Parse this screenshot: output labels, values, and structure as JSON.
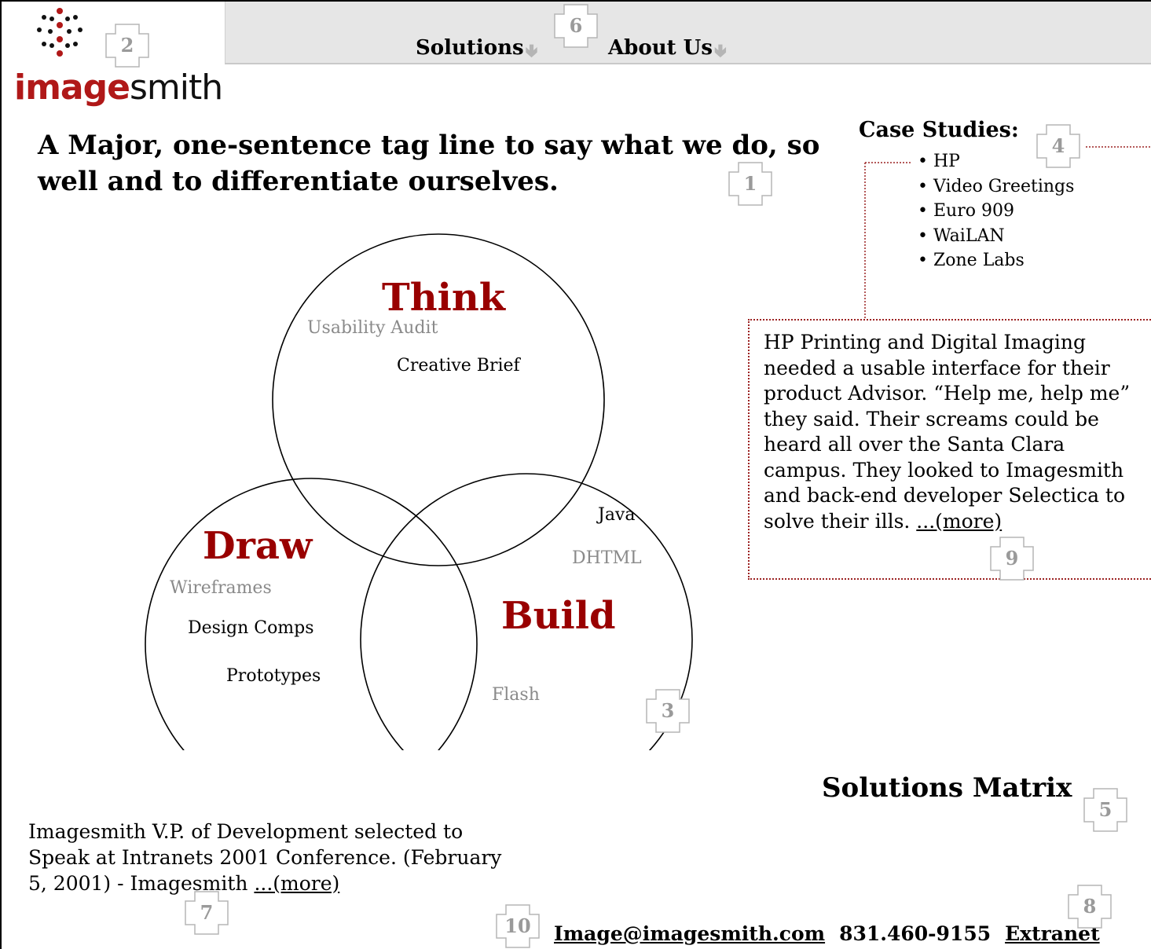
{
  "brand": {
    "logo_prefix": "image",
    "logo_suffix": "smith",
    "accent": "#b01818"
  },
  "nav": {
    "items": [
      {
        "label": "Solutions"
      },
      {
        "label": "About Us"
      }
    ],
    "arrow_icon": "down-arrow-icon"
  },
  "markers": {
    "m1": "1",
    "m2": "2",
    "m3": "3",
    "m4": "4",
    "m5": "5",
    "m6": "6",
    "m7": "7",
    "m8": "8",
    "m9": "9",
    "m10": "10"
  },
  "tagline": "A Major, one-sentence tag line to say what we do, so well and to differentiate ourselves.",
  "venn": {
    "think": {
      "title": "Think",
      "items": [
        "Usability Audit",
        "Creative Brief"
      ]
    },
    "draw": {
      "title": "Draw",
      "items": [
        "Wireframes",
        "Design Comps",
        "Prototypes"
      ]
    },
    "build": {
      "title": "Build",
      "items": [
        "Java",
        "DHTML",
        "Flash"
      ]
    },
    "title_color": "#990000"
  },
  "case_studies": {
    "title": "Case Studies:",
    "items": [
      "HP",
      "Video Greetings",
      "Euro 909",
      "WaiLAN",
      "Zone Labs"
    ],
    "detail_text": "HP Printing and Digital Imaging needed a usable interface for their product Advisor. “Help me, help me” they said. Their screams could be heard all over the Santa Clara campus. They looked to Imagesmith and back-end developer Selectica to solve their ills. ",
    "more_link": "...(more)",
    "border_color": "#9c2323"
  },
  "solutions_matrix": "Solutions Matrix",
  "news": {
    "text": "Imagesmith V.P. of Development selected to Speak at Intranets 2001 Conference. (February 5, 2001) - Imagesmith ",
    "more_link": "...(more)"
  },
  "footer": {
    "email": "Image@imagesmith.com",
    "phone": "831.460-9155",
    "extranet": "Extranet"
  }
}
